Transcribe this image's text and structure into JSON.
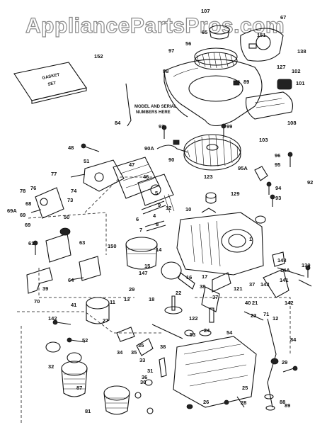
{
  "watermark": "AppliancePartsPros.com",
  "gasket_set_text": [
    "GASKET",
    "SET"
  ],
  "decal_text": [
    "MODEL AND SERIAL",
    "NUMBERS HERE"
  ],
  "labels": [
    "107",
    "67",
    "65",
    "151",
    "97",
    "56",
    "138",
    "127",
    "102",
    "98",
    "89",
    "101",
    "152",
    "108",
    "84",
    "91",
    "99",
    "103",
    "92",
    "48",
    "90A",
    "90",
    "47",
    "96",
    "95",
    "46",
    "95A",
    "123",
    "77",
    "51",
    "129",
    "76",
    "74",
    "73",
    "5",
    "94",
    "93",
    "78",
    "68",
    "9",
    "69A",
    "69",
    "12",
    "4",
    "8",
    "10",
    "69",
    "6",
    "7",
    "1",
    "148",
    "61",
    "63",
    "14",
    "15",
    "64",
    "139",
    "150",
    "14A",
    "147",
    "16",
    "17",
    "38",
    "141",
    "70",
    "37",
    "142",
    "71",
    "39",
    "29",
    "13",
    "121",
    "41",
    "11",
    "37",
    "143",
    "40",
    "27",
    "21",
    "22",
    "18",
    "122",
    "23",
    "142",
    "24",
    "12",
    "54",
    "53",
    "52",
    "34",
    "35",
    "35",
    "38",
    "33",
    "84",
    "32",
    "36",
    "31",
    "30",
    "87",
    "25",
    "26",
    "28",
    "81",
    "50",
    "88",
    "29",
    "89"
  ]
}
